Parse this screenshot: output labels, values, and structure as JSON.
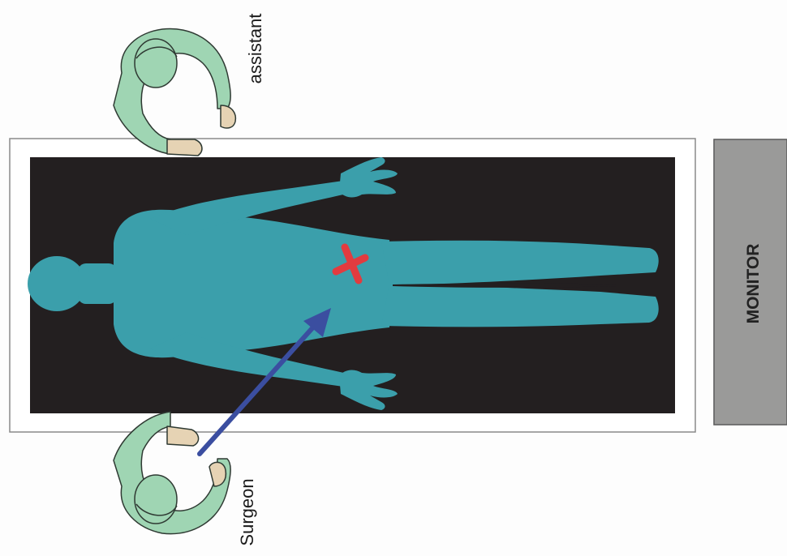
{
  "labels": {
    "assistant": "assistant",
    "surgeon": "Surgeon",
    "monitor": "MONITOR"
  },
  "colors": {
    "background": "#fdfdfd",
    "table_border": "#8a8a8a",
    "mat": "#231f20",
    "patient": "#3b9fab",
    "incision_mark": "#e23b3f",
    "access_arrow": "#3b4ea0",
    "gown": "#9fd5b3",
    "gown_outline": "#2f3a33",
    "skin": "#e6d3b4",
    "monitor": "#9a9a99"
  },
  "icons": {
    "incision": "x-mark-icon",
    "direction": "arrow-icon"
  }
}
